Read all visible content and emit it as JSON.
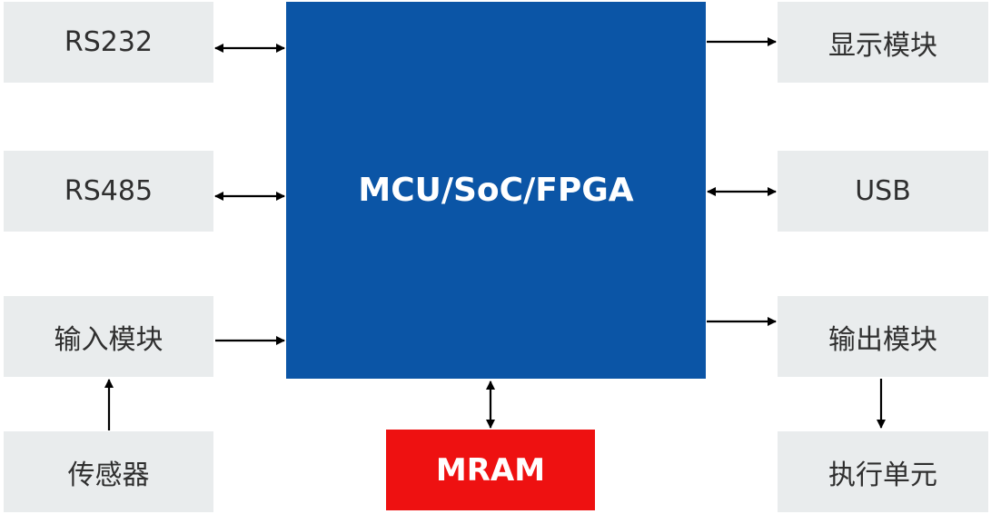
{
  "colors": {
    "mcu": "#0b55a6",
    "mram": "#ee1111",
    "periph": "#e9eced",
    "arrow": "#000000"
  },
  "blocks": {
    "mcu": "MCU/SoC/FPGA",
    "mram": "MRAM",
    "rs232": "RS232",
    "rs485": "RS485",
    "input_module": "输入模块",
    "sensor": "传感器",
    "display_module": "显示模块",
    "usb": "USB",
    "output_module": "输出模块",
    "actuator": "执行单元"
  }
}
